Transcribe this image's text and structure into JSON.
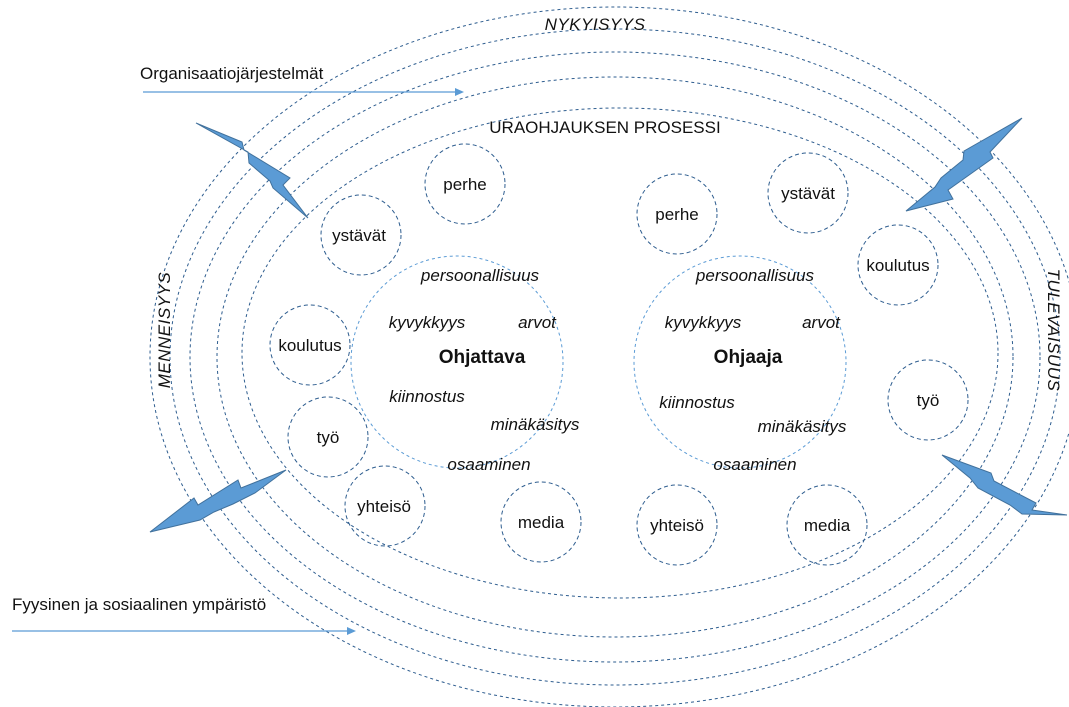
{
  "outer": {
    "present": "NYKYISYYS",
    "past": "MENNEISYYS",
    "future": "TULEVAISUUS",
    "org_systems": "Organisaatiojärjestelmät",
    "environment": "Fyysinen ja sosiaalinen ympäristö",
    "process": "URAOHJAUKSEN PROSESSI"
  },
  "left": {
    "title": "Ohjattava",
    "traits": [
      "persoonallisuus",
      "kyvykkyys",
      "arvot",
      "kiinnostus",
      "minäkäsitys",
      "osaaminen"
    ],
    "factors": [
      "perhe",
      "ystävät",
      "koulutus",
      "työ",
      "yhteisö",
      "media"
    ]
  },
  "right": {
    "title": "Ohjaaja",
    "traits": [
      "persoonallisuus",
      "kyvykkyys",
      "arvot",
      "kiinnostus",
      "minäkäsitys",
      "osaaminen"
    ],
    "factors": [
      "perhe",
      "ystävät",
      "koulutus",
      "työ",
      "yhteisö",
      "media"
    ]
  },
  "colors": {
    "ring": "#2e5d8f",
    "core_circle": "#5b9bd5",
    "lightning": "#5b9bd5",
    "arrow": "#5b9bd5"
  }
}
